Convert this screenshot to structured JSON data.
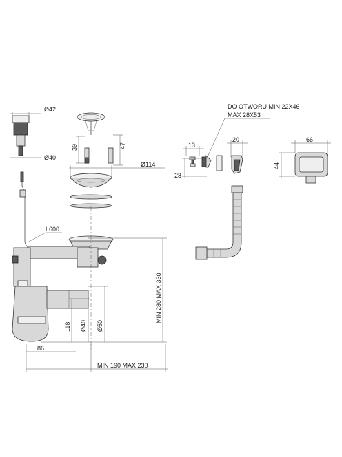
{
  "dimensions": {
    "d42": "Ø42",
    "d40_top": "Ø40",
    "h39": "39",
    "h47": "47",
    "d114": "Ø114",
    "w13": "13",
    "h28": "28",
    "w20": "20",
    "w66": "66",
    "h44": "44",
    "hole_line1": "DO OTWORU MIN 22X46",
    "hole_line2": "MAX 28X53",
    "l600": "L600",
    "h118": "118",
    "d40_pipe": "Ø40",
    "d50": "Ø50",
    "h_range": "MIN 280 MAX 330",
    "w86": "86",
    "w_range": "MIN 190 MAX 230"
  }
}
